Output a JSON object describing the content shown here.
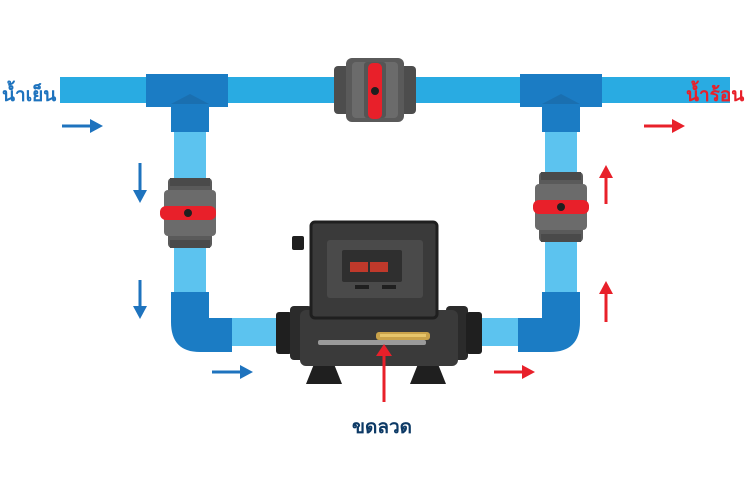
{
  "labels": {
    "cold_water": "น้ำเย็น",
    "hot_water": "น้ำร้อน",
    "heating_coil": "ขดลวด"
  },
  "colors": {
    "pipe_main": "#29abe2",
    "pipe_light": "#5cc3ef",
    "fitting": "#1b7cc4",
    "cold": "#1e73be",
    "hot": "#e8202a",
    "heater_body": "#3a3a3a",
    "heater_edge": "#1f1f1f",
    "valve_body": "#555555",
    "label_dark": "#0d3a66"
  },
  "icons": [
    "flow-arrow-icon",
    "ball-valve-icon",
    "heater-unit-icon",
    "heating-coil-icon"
  ]
}
